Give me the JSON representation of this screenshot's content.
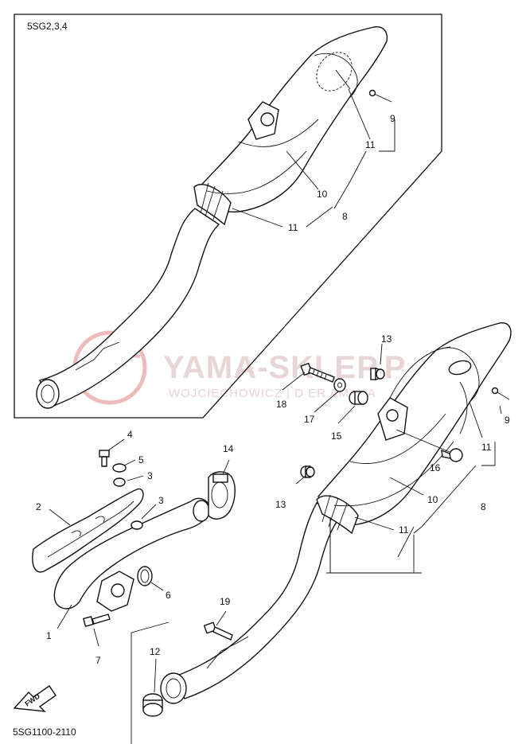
{
  "diagram": {
    "variant_label": "5SG2,3,4",
    "code": "5SG1100-2110",
    "fwd_label": "FWD",
    "watermark": {
      "title": "YAMA-SKLEP.P",
      "subtitle": "WOJCIECHOWICZ | D   ER   AMAHA"
    },
    "callouts": [
      {
        "id": "c9a",
        "text": "9"
      },
      {
        "id": "c11a",
        "text": "11"
      },
      {
        "id": "c10a",
        "text": "10"
      },
      {
        "id": "c8a",
        "text": "8"
      },
      {
        "id": "c11b",
        "text": "11"
      },
      {
        "id": "c13a",
        "text": "13"
      },
      {
        "id": "c18",
        "text": "18"
      },
      {
        "id": "c17",
        "text": "17"
      },
      {
        "id": "c15",
        "text": "15"
      },
      {
        "id": "c16",
        "text": "16"
      },
      {
        "id": "c9b",
        "text": "9"
      },
      {
        "id": "c11c",
        "text": "11"
      },
      {
        "id": "c10b",
        "text": "10"
      },
      {
        "id": "c8b",
        "text": "8"
      },
      {
        "id": "c13b",
        "text": "13"
      },
      {
        "id": "c11d",
        "text": "11"
      },
      {
        "id": "c4",
        "text": "4"
      },
      {
        "id": "c5",
        "text": "5"
      },
      {
        "id": "c3a",
        "text": "3"
      },
      {
        "id": "c3b",
        "text": "3"
      },
      {
        "id": "c2",
        "text": "2"
      },
      {
        "id": "c14",
        "text": "14"
      },
      {
        "id": "c6",
        "text": "6"
      },
      {
        "id": "c1",
        "text": "1"
      },
      {
        "id": "c7",
        "text": "7"
      },
      {
        "id": "c19",
        "text": "19"
      },
      {
        "id": "c12",
        "text": "12"
      }
    ]
  }
}
